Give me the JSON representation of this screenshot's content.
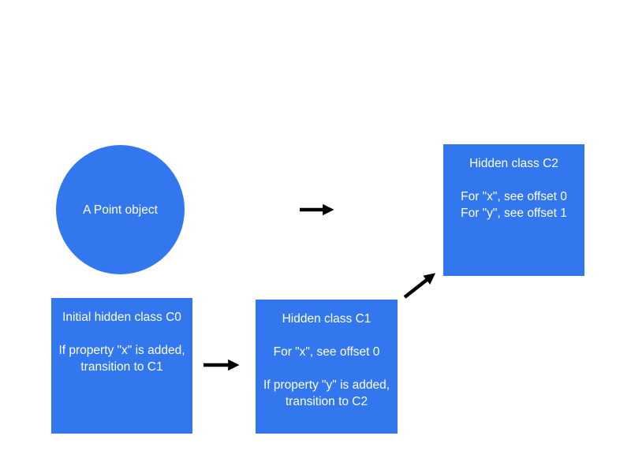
{
  "diagram": {
    "colors": {
      "node_fill": "#3377ee",
      "node_text": "#ffffff",
      "arrow": "#000000",
      "background": "#ffffff"
    },
    "nodes": {
      "point_object": {
        "shape": "circle",
        "label": "A Point object"
      },
      "c0": {
        "shape": "rect",
        "lines": [
          "Initial hidden class C0",
          "",
          "If property \"x\" is added,",
          "transition to C1"
        ]
      },
      "c1": {
        "shape": "rect",
        "lines": [
          "Hidden class C1",
          "",
          "For \"x\", see offset 0",
          "",
          "If property \"y\" is added,",
          "transition to C2"
        ]
      },
      "c2": {
        "shape": "rect",
        "lines": [
          "Hidden class C2",
          "",
          "For \"x\", see offset 0",
          "For \"y\", see offset 1"
        ]
      }
    },
    "arrows": [
      {
        "from": "point_object",
        "to": "c2",
        "direction": "right"
      },
      {
        "from": "c0",
        "to": "c1",
        "direction": "right"
      },
      {
        "from": "c1",
        "to": "c2",
        "direction": "up-right"
      }
    ]
  }
}
